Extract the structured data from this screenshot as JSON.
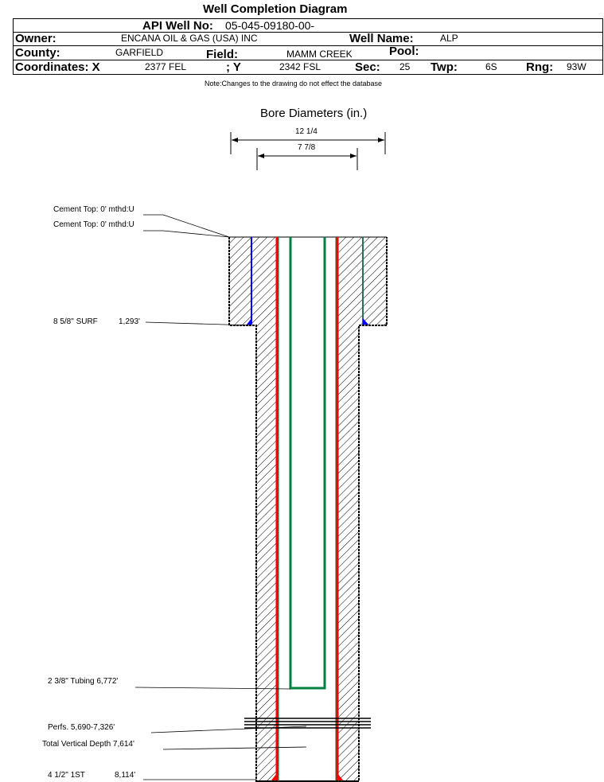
{
  "title": "Well Completion Diagram",
  "header": {
    "api_label": "API Well No:",
    "api_value": "05-045-09180-00-",
    "owner_label": "Owner:",
    "owner_value": "ENCANA OIL & GAS (USA) INC",
    "well_name_label": "Well Name:",
    "well_name_value": "ALP",
    "county_label": "County:",
    "county_value": "GARFIELD",
    "field_label": "Field:",
    "field_value": "MAMM CREEK",
    "pool_label": "Pool:",
    "coord_x_label": "Coordinates: X",
    "coord_x_value": "2377 FEL",
    "coord_y_label": "; Y",
    "coord_y_value": "2342 FSL",
    "sec_label": "Sec:",
    "sec_value": "25",
    "twp_label": "Twp:",
    "twp_value": "6S",
    "rng_label": "Rng:",
    "rng_value": "93W"
  },
  "note": "Note:Changes to the drawing do not effect the database",
  "diagram": {
    "bore_title": "Bore Diameters (in.)",
    "bore_outer": "12 1/4",
    "bore_inner": "7 7/8",
    "labels": {
      "cement_top_1": "Cement Top: 0' mthd:U",
      "cement_top_2": "Cement Top: 0' mthd:U",
      "surf_casing": "8 5/8\" SURF",
      "surf_depth": "1,293'",
      "tubing": "2 3/8\" Tubing 6,772'",
      "perfs": "Perfs. 5,690-7,326'",
      "tvd": "Total Vertical Depth 7,614'",
      "prod_casing": "4 1/2\" 1ST",
      "prod_depth": "8,114'"
    },
    "colors": {
      "surface_casing": "#0000ff",
      "production_casing": "#ff0000",
      "tubing": "#008040"
    }
  }
}
